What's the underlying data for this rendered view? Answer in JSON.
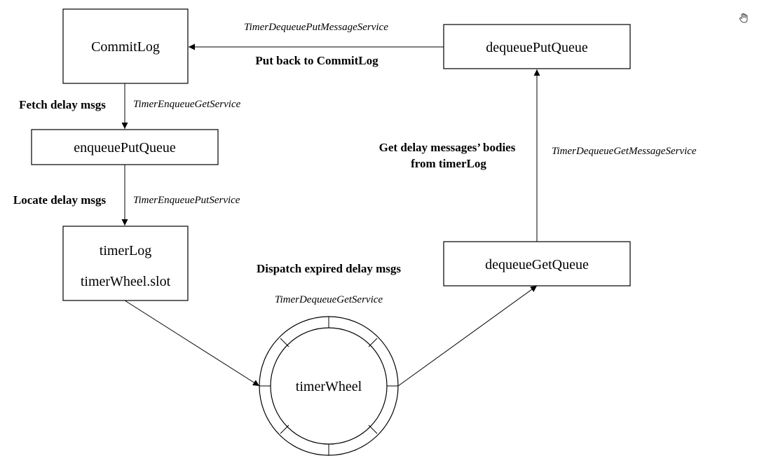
{
  "nodes": {
    "commitlog": "CommitLog",
    "enqueue_put_queue": "enqueuePutQueue",
    "timerlog": "timerLog",
    "timerwheel_slot": "timerWheel.slot",
    "timerwheel": "timerWheel",
    "dequeue_get_queue": "dequeueGetQueue",
    "dequeue_put_queue": "dequeuePutQueue"
  },
  "edges": {
    "fetch": {
      "step": "Fetch delay msgs",
      "service": "TimerEnqueueGetService"
    },
    "locate": {
      "step": "Locate delay msgs",
      "service": "TimerEnqueuePutService"
    },
    "dispatch": {
      "step": "Dispatch expired delay msgs",
      "service": "TimerDequeueGetService"
    },
    "get_bodies": {
      "step_line1": "Get delay messages’ bodies",
      "step_line2": "from timerLog",
      "service": "TimerDequeueGetMessageService"
    },
    "put_back": {
      "step": "Put back to CommitLog",
      "service": "TimerDequeuePutMessageService"
    }
  },
  "icons": {
    "corner": "hand-cursor-icon"
  }
}
